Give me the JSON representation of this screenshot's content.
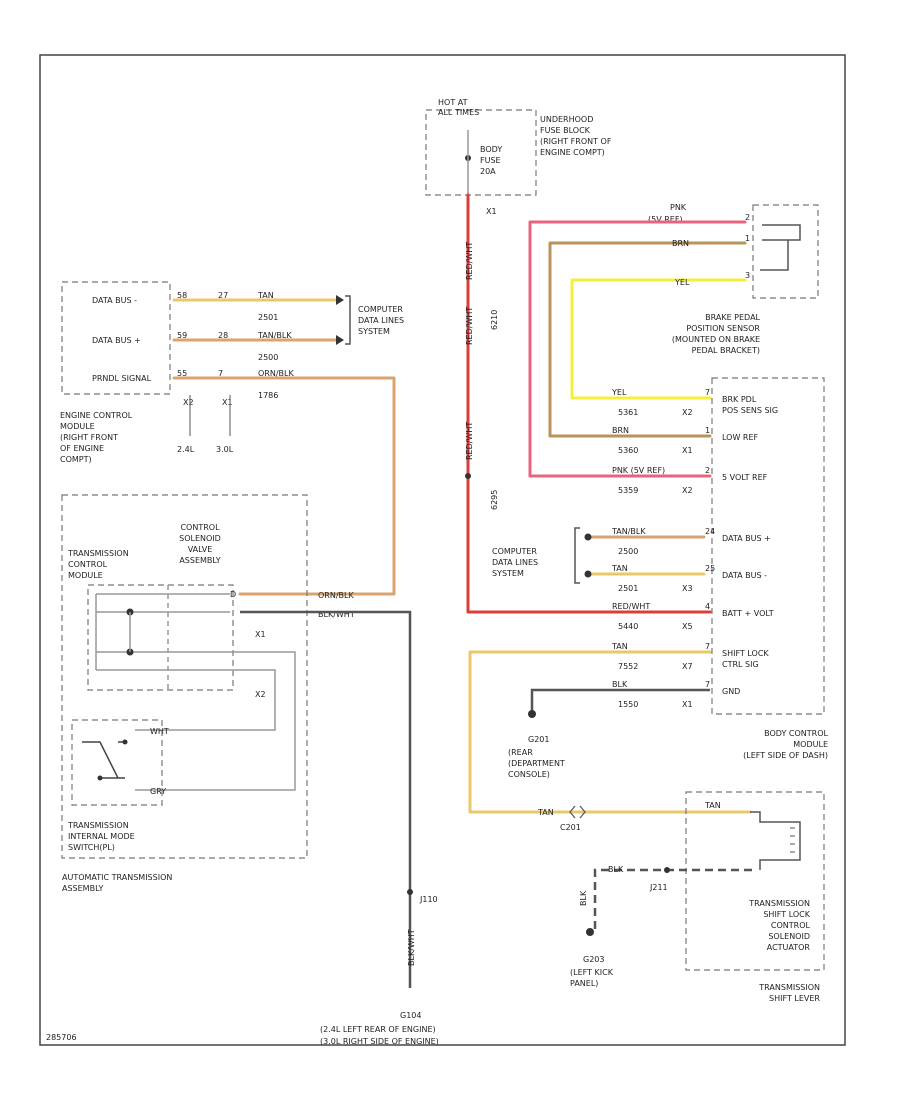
{
  "diagram_id": "285706",
  "colors": {
    "tan": "#e8c96a",
    "yellow": "#f4ef3a",
    "orange_black": "#d9a56e",
    "pink": "#e8637e",
    "brown": "#b9935a",
    "red_white": "#e03b3b",
    "black": "#555555",
    "gray": "#9a9a9a"
  },
  "fuse": {
    "hot_at": "HOT AT",
    "all_times": "ALL TIMES",
    "fuse_block_title": "UNDERHOOD\nFUSE BLOCK\n(RIGHT FRONT OF\nENGINE COMPT)",
    "fuse_name": "BODY\nFUSE\n20A",
    "pin": "X1"
  },
  "ecm": {
    "title": "ENGINE CONTROL\nMODULE\n(RIGHT FRONT\nOF ENGINE\nCOMPT)",
    "pins": [
      {
        "label": "DATA BUS -",
        "pin": "58",
        "pin2": "27",
        "color": "TAN",
        "circuit": "2501"
      },
      {
        "label": "DATA BUS +",
        "pin": "59",
        "pin2": "28",
        "color": "TAN/BLK",
        "circuit": "2500"
      },
      {
        "label": "PRNDL SIGNAL",
        "pin": "55",
        "pin2": "7",
        "color": "ORN/BLK",
        "circuit": "1786"
      }
    ],
    "connectors": {
      "left": "X2",
      "right": "X1",
      "engine1": "2.4L",
      "engine2": "3.0L"
    }
  },
  "comp_data_lines": {
    "label": "COMPUTER\nDATA LINES\nSYSTEM"
  },
  "trans": {
    "control_title": "TRANSMISSION\nCONTROL\nMODULE",
    "valve_title": "CONTROL\nSOLENOID\nVALVE\nASSEMBLY",
    "x1": "X1",
    "x2": "X2",
    "orn_blk": "ORN/BLK",
    "blk_wht": "BLK/WHT",
    "wht": "WHT",
    "gry": "GRY",
    "switch_title": "TRANSMISSION\nINTERNAL MODE\nSWITCH(PL)",
    "assembly": "AUTOMATIC TRANSMISSION\nASSEMBLY"
  },
  "ground_g104": {
    "splice": "J110",
    "wire_label": "BLK/WHT",
    "name": "G104",
    "note1": "(2.4L LEFT REAR OF ENGINE)",
    "note2": "(3.0L RIGHT SIDE OF ENGINE)"
  },
  "center_wire": {
    "label_a": "RED/WHT",
    "circuit_a": "6210",
    "circuit_b": "6295",
    "label_b": "RED/WHT",
    "label_c": "RED/WHT"
  },
  "brake_sensor": {
    "title": "BRAKE PEDAL\nPOSITION SENSOR\n(MOUNTED ON BRAKE\nPEDAL BRACKET)",
    "wires": [
      {
        "color_label": "PNK",
        "pin_label": "5V REF",
        "pin": "2"
      },
      {
        "color_label": "BRN",
        "pin_label": "",
        "pin": "1"
      },
      {
        "color_label": "YEL",
        "pin_label": "",
        "pin": "3"
      }
    ],
    "pnk_top": "PNK",
    "pnk_circuit_top": "(5V REF)"
  },
  "bcm": {
    "title": "BODY CONTROL\nMODULE\n(LEFT SIDE OF DASH)",
    "rows": [
      {
        "color": "YEL",
        "pin": "7",
        "circuit": "5361",
        "conn": "X2",
        "label": "BRK PDL\nPOS SENS SIG"
      },
      {
        "color": "BRN",
        "pin": "1",
        "circuit": "5360",
        "conn": "X1",
        "label": "LOW REF"
      },
      {
        "color": "PNK (5V REF)",
        "pin": "2",
        "circuit": "5359",
        "conn": "X2",
        "label": "5 VOLT REF"
      },
      {
        "color": "TAN/BLK",
        "pin": "24",
        "circuit": "2500",
        "conn": "",
        "label": "DATA BUS +"
      },
      {
        "color": "TAN",
        "pin": "25",
        "circuit": "2501",
        "conn": "X3",
        "label": "DATA BUS -"
      },
      {
        "color": "RED/WHT",
        "pin": "4",
        "circuit": "5440",
        "conn": "X5",
        "label": "BATT + VOLT"
      },
      {
        "color": "TAN",
        "pin": "7",
        "circuit": "7552",
        "conn": "X7",
        "label": "SHIFT LOCK\nCTRL SIG"
      },
      {
        "color": "BLK",
        "pin": "7",
        "circuit": "1550",
        "conn": "X1",
        "label": "GND"
      }
    ]
  },
  "ground_g201": {
    "name": "G201",
    "note": "(REAR\n(DEPARTMENT\nCONSOLE)"
  },
  "c201": {
    "label": "C201",
    "wire": "TAN"
  },
  "shift_lock": {
    "title": "TRANSMISSION\nSHIFT LOCK\nCONTROL\nSOLENOID\nACTUATOR",
    "lever": "TRANSMISSION\nSHIFT LEVER",
    "tan": "TAN",
    "blk": "BLK"
  },
  "ground_g203": {
    "splice": "J211",
    "name": "G203",
    "note": "(LEFT KICK\nPANEL)",
    "wire": "BLK"
  }
}
